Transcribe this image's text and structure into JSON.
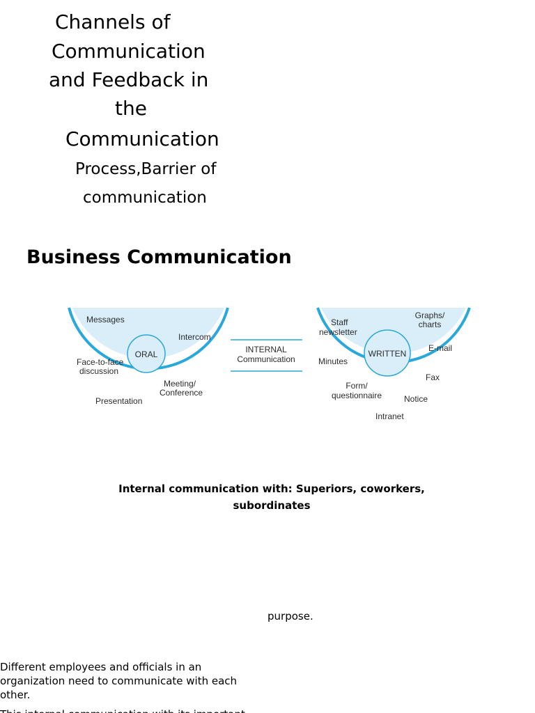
{
  "title": {
    "lines": [
      "Channels of",
      "Communication",
      "and Feedback in",
      "the",
      "Communication"
    ],
    "sub_lines": [
      "Process,Barrier of",
      "communication"
    ]
  },
  "section_heading": "Business Communication",
  "diagram": {
    "oral": {
      "center": "ORAL",
      "items": [
        "Messages",
        "Intercom",
        "Face-to-face",
        "discussion",
        "Meeting/",
        "Conference",
        "Presentation"
      ]
    },
    "bridge": {
      "line1": "INTERNAL",
      "line2": "Communication"
    },
    "written": {
      "center": "WRITTEN",
      "items": [
        "Staff",
        "newsletter",
        "Graphs/",
        "charts",
        "E-mail",
        "Minutes",
        "Fax",
        "Form/",
        "questionnaire",
        "Notice",
        "Intranet"
      ]
    },
    "colors": {
      "stroke": "#29a8dc",
      "fill": "#d9eef8"
    }
  },
  "caption": "Internal communication with: Superiors, coworkers, subordinates",
  "purpose_text": "purpose.",
  "body_paragraph": "Different employees and officials in an organization need to communicate with each other.",
  "body_paragraph_cut": "This internal communication with its important"
}
